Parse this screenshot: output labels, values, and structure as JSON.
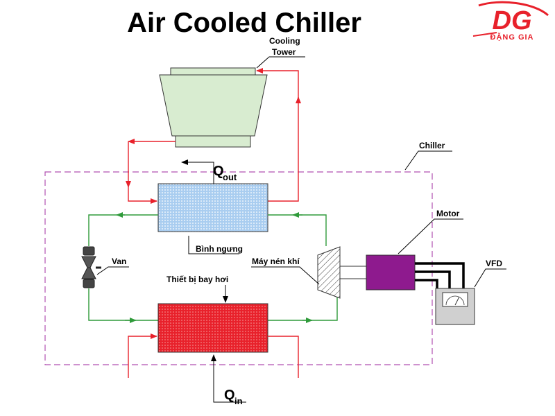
{
  "title": "Air Cooled Chiller",
  "logo": {
    "mark": "DG",
    "subtitle": "ĐẶNG GIA"
  },
  "labels": {
    "cooling_tower_line1": "Cooling",
    "cooling_tower_line2": "Tower",
    "chiller": "Chiller",
    "q_out_main": "Q",
    "q_out_sub": "out",
    "condenser": "Bình ngưng",
    "motor": "Motor",
    "valve": "Van",
    "compressor": "Máy nén khí",
    "vfd": "VFD",
    "evaporator": "Thiết bị bay hơi",
    "q_in_main": "Q",
    "q_in_sub": "in"
  },
  "colors": {
    "hot_pipe": "#e8212b",
    "refrigerant_pipe": "#2f9a3a",
    "cooling_tower_fill": "#d8ecd0",
    "condenser_fill": "#a9cdf0",
    "evaporator_fill": "#e8212b",
    "motor_fill": "#8e1a8e",
    "boundary": "#b04fb0"
  },
  "icons": [
    "expansion-valve-icon",
    "compressor-icon",
    "vfd-gauge-icon"
  ]
}
